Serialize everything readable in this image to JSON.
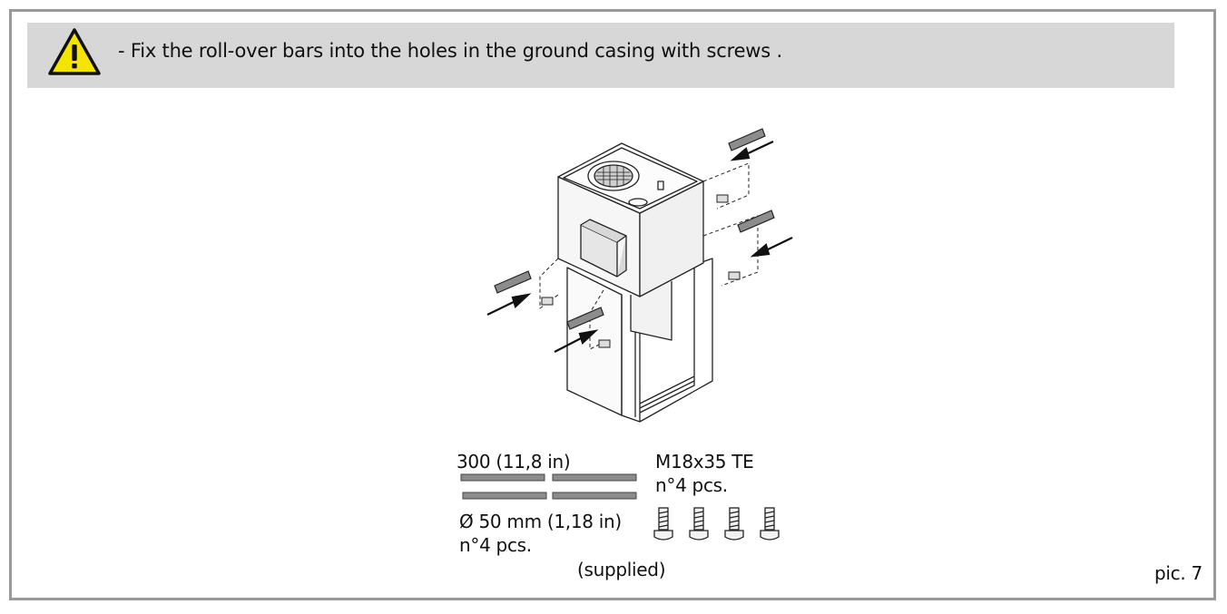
{
  "notice": {
    "icon": "warning-triangle-icon",
    "icon_color": "#f5e400",
    "text": "- Fix the roll-over bars into the holes in the ground casing with screws ."
  },
  "parts": {
    "bar_length": "300 (11,8 in)",
    "bar_diameter": "Ø 50 mm (1,18 in)",
    "bar_quantity": "n°4 pcs.",
    "screw_type": "M18x35 TE",
    "screw_quantity": "n°4 pcs.",
    "supplied_note": "(supplied)"
  },
  "figure_label": "pic. 7",
  "colors": {
    "banner": "#d7d7d7",
    "frame": "#9a9a9a",
    "bar_fill": "#8c8c8c"
  }
}
